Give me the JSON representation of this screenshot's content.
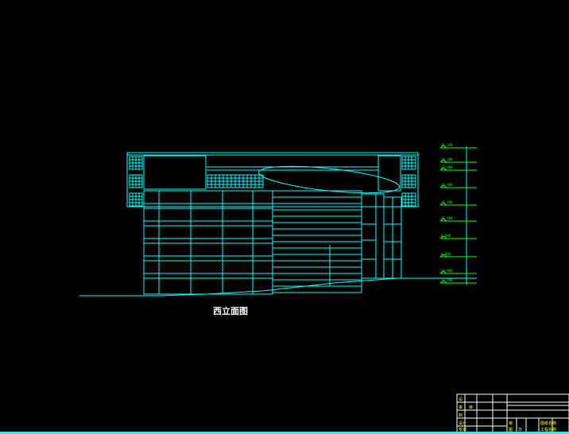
{
  "drawing": {
    "title": "西立面图",
    "colors": {
      "background": "#000000",
      "lines": "#00ffff",
      "elevation_marks": "#00ff00",
      "annotation_text": "#ffff00",
      "title_text": "#ffffff"
    }
  },
  "elevation_marks": [
    "31.500",
    "29.100",
    "23.900",
    "19.900",
    "16.200",
    "11.400",
    "8.000",
    "4.000",
    "±0.000",
    "-1.200"
  ],
  "title_block": {
    "cells": [
      "设",
      "审",
      "审",
      "制",
      "设计",
      "校对",
      "审",
      "图",
      "日",
      "图纸名称",
      "工程名称"
    ]
  }
}
